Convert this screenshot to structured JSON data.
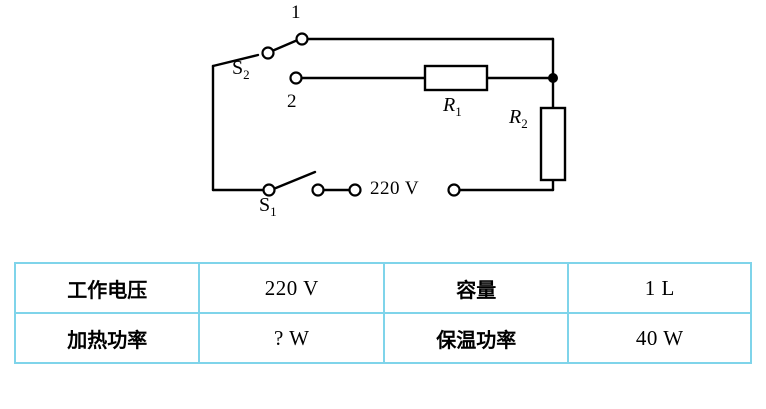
{
  "diagram": {
    "name": "electric-kettle-circuit",
    "labels": {
      "terminal_1": "1",
      "terminal_2": "2",
      "switch_2": "S",
      "switch_2_sub": "2",
      "switch_1": "S",
      "switch_1_sub": "1",
      "resistor_1": "R",
      "resistor_1_sub": "1",
      "resistor_2": "R",
      "resistor_2_sub": "2",
      "source": "220 V"
    },
    "colors": {
      "wire": "#000000",
      "table_border": "#7fd4ea",
      "text": "#000000"
    }
  },
  "table": {
    "rows": [
      {
        "label_left": "工作电压",
        "value_left": "220 V",
        "label_right": "容量",
        "value_right": "1 L"
      },
      {
        "label_left": "加热功率",
        "value_left": "? W",
        "label_right": "保温功率",
        "value_right": "40 W"
      }
    ]
  }
}
